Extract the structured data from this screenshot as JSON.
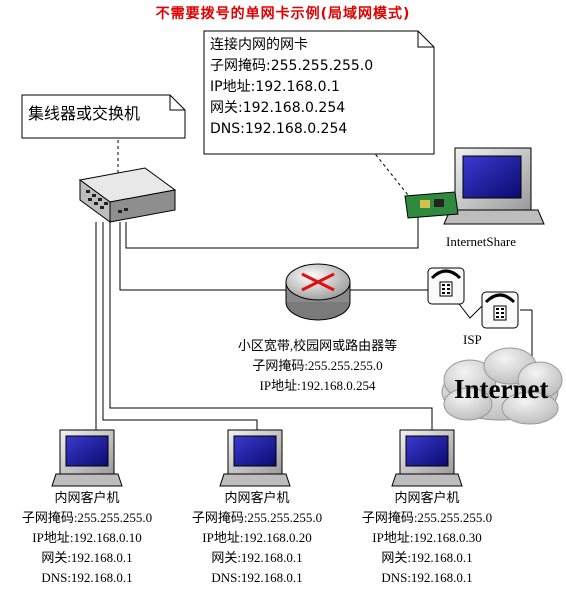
{
  "title": "不需要拨号的单网卡示例(局域网模式)",
  "hub_callout": "集线器或交换机",
  "share_callout": {
    "lines": [
      "连接内网的网卡",
      "子网掩码:255.255.255.0",
      "IP地址:192.168.0.1",
      "网关:192.168.0.254",
      "DNS:192.168.0.254"
    ]
  },
  "share_pc_label": "InternetShare",
  "router": {
    "lines": [
      "小区宽带,校园网或路由器等",
      "子网掩码:255.255.255.0",
      "IP地址:192.168.0.254"
    ]
  },
  "isp_label": "ISP",
  "internet_label": "Internet",
  "clients": [
    {
      "lines": [
        "内网客户机",
        "子网掩码:255.255.255.0",
        "IP地址:192.168.0.10",
        "网关:192.168.0.1",
        "DNS:192.168.0.1"
      ]
    },
    {
      "lines": [
        "内网客户机",
        "子网掩码:255.255.255.0",
        "IP地址:192.168.0.20",
        "网关:192.168.0.1",
        "DNS:192.168.0.1"
      ]
    },
    {
      "lines": [
        "内网客户机",
        "子网掩码:255.255.255.0",
        "IP地址:192.168.0.30",
        "网关:192.168.0.1",
        "DNS:192.168.0.1"
      ]
    }
  ],
  "colors": {
    "title": "#e00000",
    "screen": "#1a1aa0",
    "cloud": "#d4d4d4",
    "router_arrow": "#e01010"
  }
}
